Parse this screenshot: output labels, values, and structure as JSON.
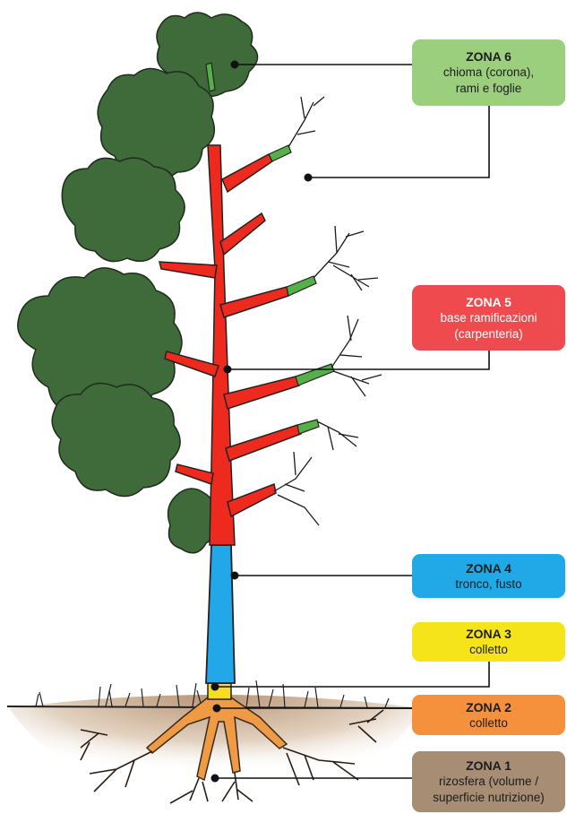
{
  "colors": {
    "zone6": "#9bcf7e",
    "zone5": "#ef4a4e",
    "zone4": "#21a9e7",
    "zone3": "#f6e41b",
    "zone2": "#f5913d",
    "zone1": "#a68d73",
    "crown": "#3f6b3a",
    "branch_base": "#ee2a1f",
    "trunk": "#22a8e8",
    "collar": "#f4dd23",
    "roots": "#ef9a45",
    "soil": "#d9c7b3"
  },
  "zones": [
    {
      "id": "zone6",
      "title": "ZONA 6",
      "description": "chioma (corona),\nrami e foglie"
    },
    {
      "id": "zone5",
      "title": "ZONA 5",
      "description": "base ramificazioni\n(carpenteria)"
    },
    {
      "id": "zone4",
      "title": "ZONA 4",
      "description": "tronco, fusto"
    },
    {
      "id": "zone3",
      "title": "ZONA 3",
      "description": "colletto"
    },
    {
      "id": "zone2",
      "title": "ZONA 2",
      "description": "colletto"
    },
    {
      "id": "zone1",
      "title": "ZONA 1",
      "description": "rizosfera (volume /\nsuperficie nutrizione)"
    }
  ]
}
